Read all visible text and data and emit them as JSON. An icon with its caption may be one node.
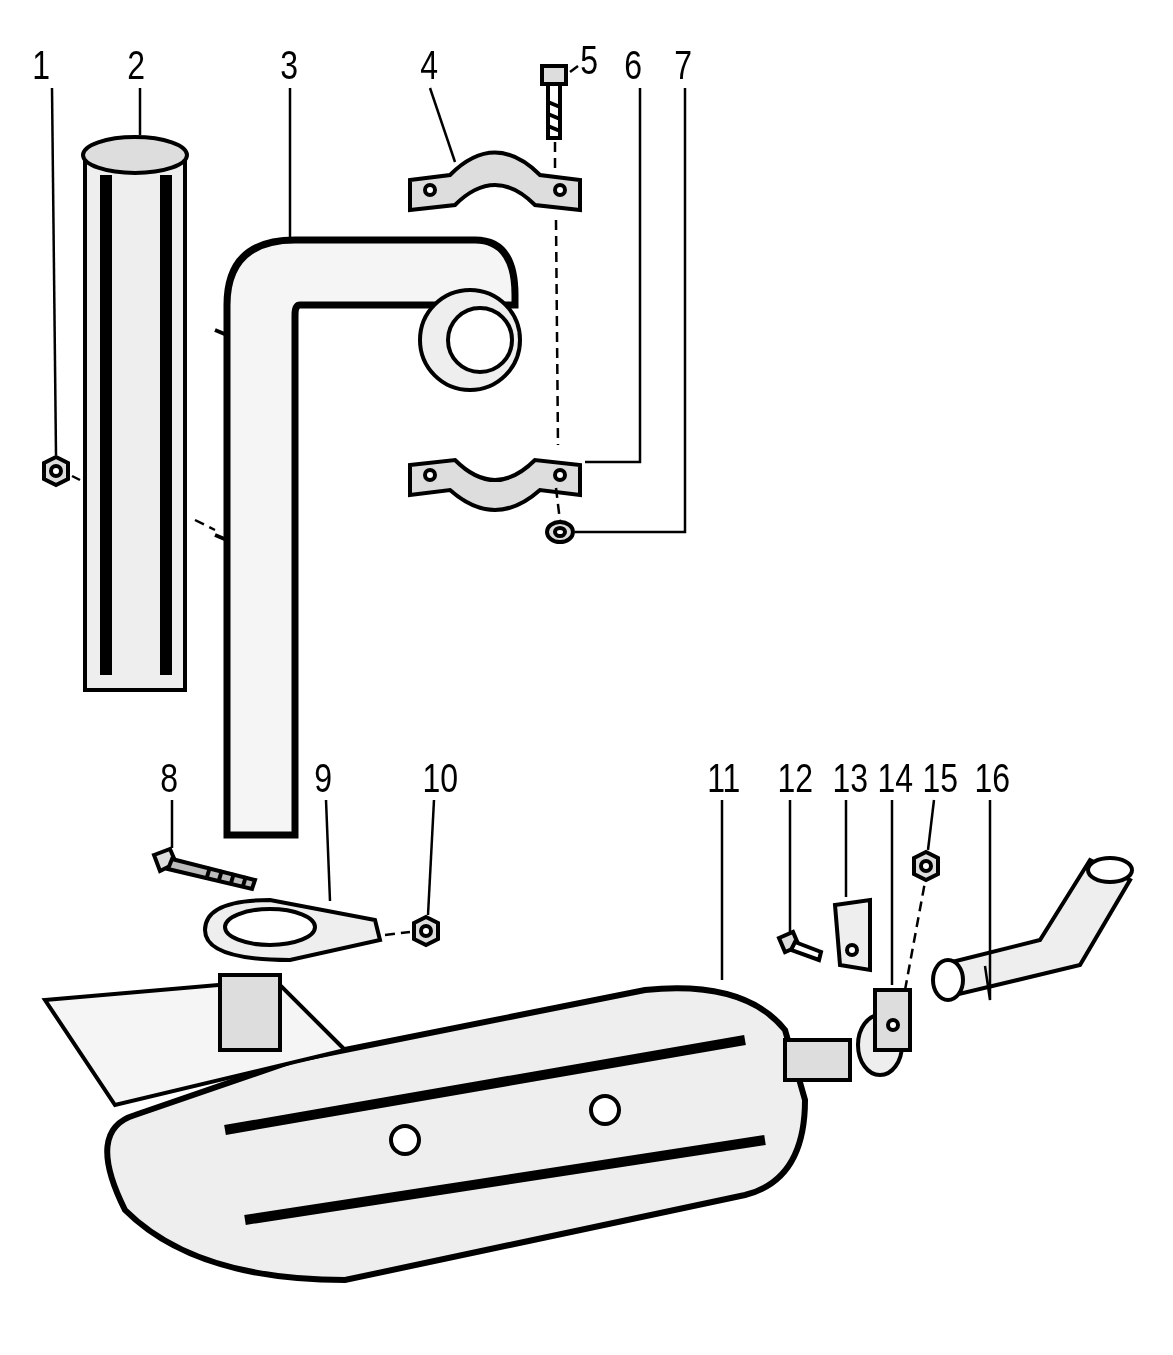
{
  "diagram": {
    "nodes": [
      {
        "text": [
          "1"
        ]
      },
      {
        "text": [
          "2"
        ]
      },
      {
        "text": [
          "3"
        ]
      },
      {
        "text": [
          "4"
        ]
      },
      {
        "text": [
          "5"
        ]
      },
      {
        "text": [
          "6"
        ]
      },
      {
        "text": [
          "7"
        ]
      },
      {
        "text": [
          "8"
        ]
      },
      {
        "text": [
          "9"
        ]
      },
      {
        "text": [
          "10"
        ]
      },
      {
        "text": [
          "11"
        ]
      },
      {
        "text": [
          "12"
        ]
      },
      {
        "text": [
          "13"
        ]
      },
      {
        "text": [
          "14"
        ]
      },
      {
        "text": [
          "15"
        ]
      },
      {
        "text": [
          "16"
        ]
      },
      {
        "text": [],
        "shape": "picture"
      },
      {
        "text": [],
        "shape": "picture"
      },
      {
        "text": [],
        "shape": "picture"
      },
      {
        "text": [],
        "shape": "picture"
      },
      {
        "text": [],
        "shape": "picture"
      },
      {
        "text": [],
        "shape": "picture"
      },
      {
        "text": [],
        "shape": "picture"
      },
      {
        "text": [],
        "shape": "picture"
      },
      {
        "text": [],
        "shape": "picture"
      },
      {
        "text": [],
        "shape": "picture"
      },
      {
        "text": [],
        "shape": "picture"
      },
      {
        "text": [],
        "shape": "picture"
      },
      {
        "text": [],
        "shape": "picture"
      },
      {
        "text": [],
        "shape": "picture"
      },
      {
        "text": [],
        "shape": "picture"
      },
      {
        "text": [],
        "shape": "picture"
      }
    ],
    "edges": [
      {
        "from": 0,
        "to": 16,
        "arrow": "none"
      },
      {
        "from": 1,
        "to": 17,
        "arrow": "none"
      },
      {
        "from": 2,
        "to": 18,
        "arrow": "none"
      },
      {
        "from": 3,
        "to": 19,
        "arrow": "none"
      },
      {
        "from": 4,
        "to": 20,
        "arrow": "none"
      },
      {
        "from": 5,
        "to": 21,
        "arrow": "none"
      },
      {
        "from": 6,
        "to": 22,
        "arrow": "none"
      },
      {
        "from": 7,
        "to": 23,
        "arrow": "none"
      },
      {
        "from": 8,
        "to": 24,
        "arrow": "none"
      },
      {
        "from": 9,
        "to": 25,
        "arrow": "none"
      },
      {
        "from": 10,
        "to": 26,
        "arrow": "none"
      },
      {
        "from": 11,
        "to": 27,
        "arrow": "none"
      },
      {
        "from": 12,
        "to": 28,
        "arrow": "none"
      },
      {
        "from": 13,
        "to": 29,
        "arrow": "none"
      },
      {
        "from": 14,
        "to": 30,
        "arrow": "none"
      },
      {
        "from": 15,
        "to": 31,
        "arrow": "none"
      },
      {
        "from": 16,
        "to": 17,
        "arrow": "none",
        "style": "dashed"
      },
      {
        "from": 17,
        "to": 18,
        "arrow": "none",
        "style": "dashed"
      },
      {
        "from": 20,
        "to": 19,
        "arrow": "none",
        "style": "dashed"
      },
      {
        "from": 19,
        "to": 21,
        "arrow": "none",
        "style": "dashed"
      },
      {
        "from": 21,
        "to": 22,
        "arrow": "none",
        "style": "dashed"
      },
      {
        "from": 24,
        "to": 25,
        "arrow": "none",
        "style": "dashed"
      },
      {
        "from": 29,
        "to": 30,
        "arrow": "none",
        "style": "dashed"
      }
    ]
  }
}
